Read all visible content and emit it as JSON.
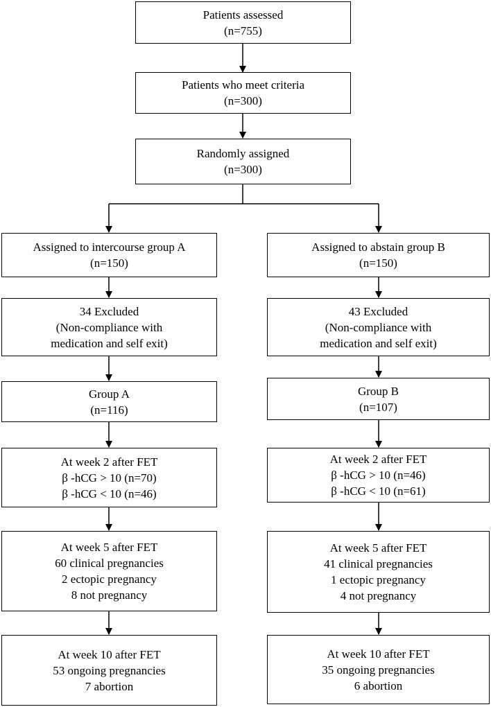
{
  "flowchart": {
    "top": {
      "assessed": [
        "Patients assessed",
        "(n=755)"
      ],
      "criteria": [
        "Patients who meet criteria",
        "(n=300)"
      ],
      "randomized": [
        "Randomly assigned",
        "(n=300)"
      ]
    },
    "group_a": {
      "assigned": [
        "Assigned to intercourse group A",
        "(n=150)"
      ],
      "excluded": [
        "34 Excluded",
        "(Non-compliance with",
        "medication and self exit)"
      ],
      "group": [
        "Group A",
        "(n=116)"
      ],
      "week2": [
        "At week 2 after FET",
        "β -hCG > 10 (n=70)",
        "β -hCG < 10 (n=46)"
      ],
      "week5": [
        "At week 5 after FET",
        "60 clinical pregnancies",
        "2 ectopic pregnancy",
        "8 not pregnancy"
      ],
      "week10": [
        "At week 10 after FET",
        "53 ongoing pregnancies",
        "7 abortion"
      ]
    },
    "group_b": {
      "assigned": [
        "Assigned to abstain group B",
        "(n=150)"
      ],
      "excluded": [
        "43 Excluded",
        "(Non-compliance with",
        "medication and self exit)"
      ],
      "group": [
        "Group B",
        "(n=107)"
      ],
      "week2": [
        "At week 2 after FET",
        "β -hCG > 10 (n=46)",
        "β -hCG < 10 (n=61)"
      ],
      "week5": [
        "At week 5 after FET",
        "41 clinical pregnancies",
        "1 ectopic pregnancy",
        "4 not pregnancy"
      ],
      "week10": [
        "At week 10 after FET",
        "35 ongoing pregnancies",
        "6 abortion"
      ]
    }
  }
}
